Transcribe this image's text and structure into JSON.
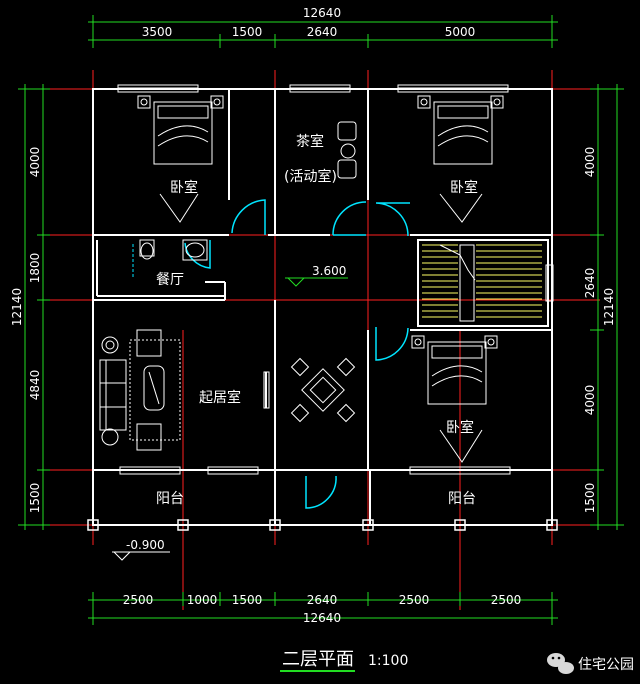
{
  "dimensions": {
    "top_total": "12640",
    "top_segments": [
      "3500",
      "1500",
      "2640",
      "5000"
    ],
    "bottom_total": "12640",
    "bottom_segments": [
      "2500",
      "1000",
      "1500",
      "2640",
      "2500",
      "2500"
    ],
    "left_total": "12140",
    "left_segments": [
      "4000",
      "1800",
      "4840",
      "1500"
    ],
    "right_total": "12140",
    "right_segments": [
      "4000",
      "2640",
      "4000",
      "1500"
    ]
  },
  "rooms": {
    "bedroom_top_left": "卧室",
    "tea_room": "茶室",
    "activity_room": "(活动室)",
    "bedroom_top_right": "卧室",
    "dining": "餐厅",
    "living": "起居室",
    "bedroom_bottom_right": "卧室",
    "balcony_left": "阳台",
    "balcony_right": "阳台"
  },
  "levels": {
    "floor_level": "3.600",
    "ground_level": "-0.900"
  },
  "title": {
    "name": "二层平面",
    "scale": "1:100"
  },
  "watermark": {
    "text": "住宅公园",
    "icon": "wechat-icon"
  },
  "colors": {
    "wall": "#ffffff",
    "axis": "#ff2020",
    "dimension": "#22dd22",
    "furniture": "#ffffff",
    "door": "#00e5ff",
    "stair": "#ffff66",
    "background": "#000000"
  }
}
